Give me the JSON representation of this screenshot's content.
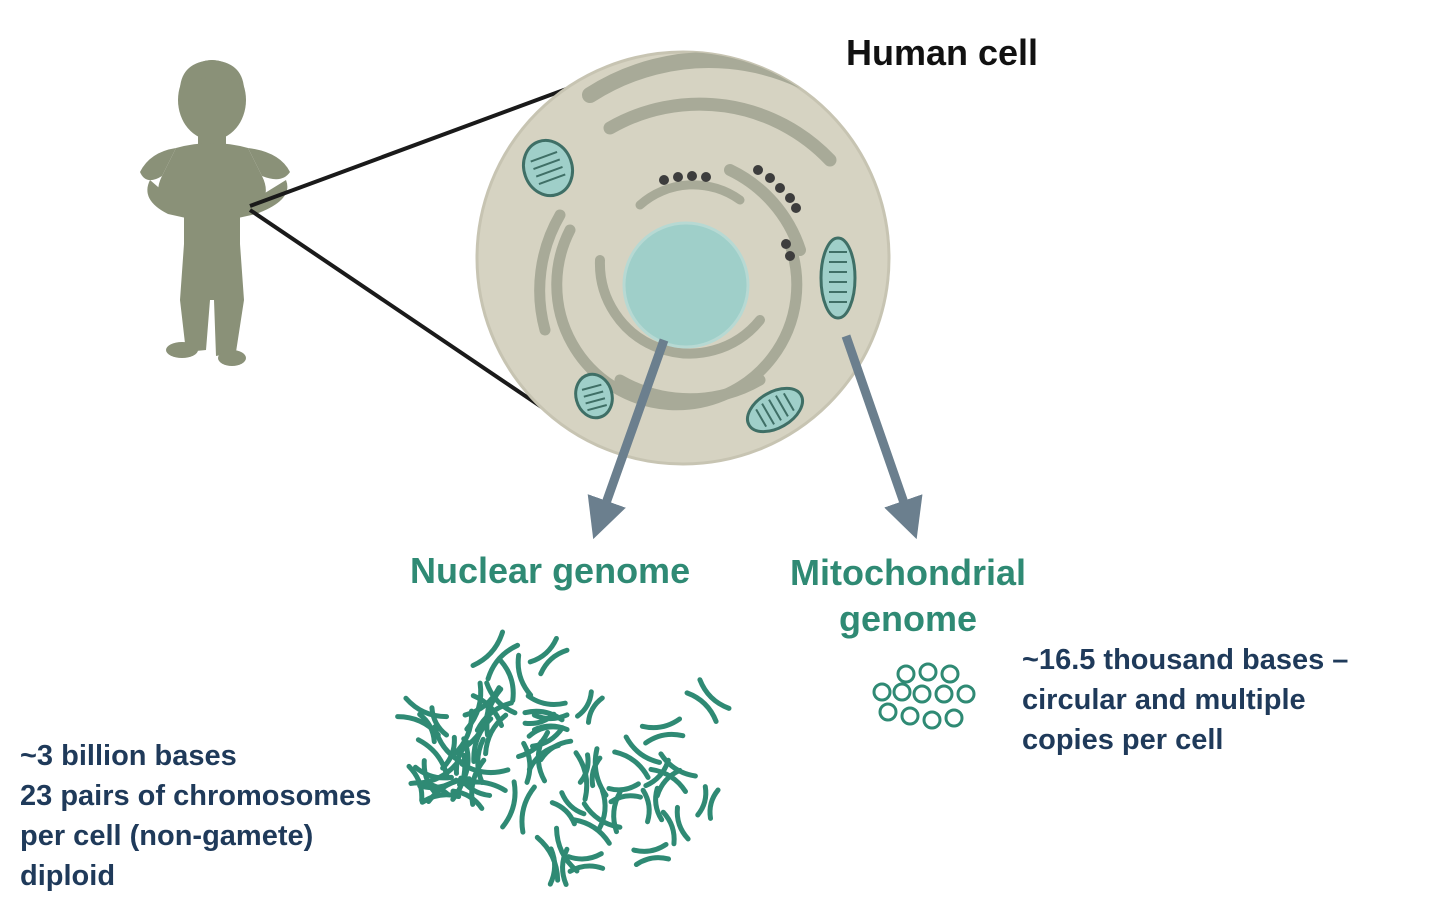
{
  "title": "Human cell",
  "nuclear": {
    "title": "Nuclear genome",
    "lines": [
      "~3 billion bases",
      "23 pairs of chromosomes",
      "per cell (non-gamete)",
      "diploid"
    ]
  },
  "mito": {
    "title_line1": "Mitochondrial",
    "title_line2": "genome",
    "lines": [
      "~16.5 thousand bases –",
      "circular and multiple",
      "copies per cell"
    ]
  },
  "colors": {
    "person": "#8a9178",
    "cell": "#d6d3c2",
    "nucleus": "#9fcfc9",
    "organelle": "#a8aa98",
    "arrow": "#6b7f8e",
    "chromosome": "#2f8a74",
    "title_green": "#2f8a74",
    "info_text": "#1f3a5a"
  }
}
